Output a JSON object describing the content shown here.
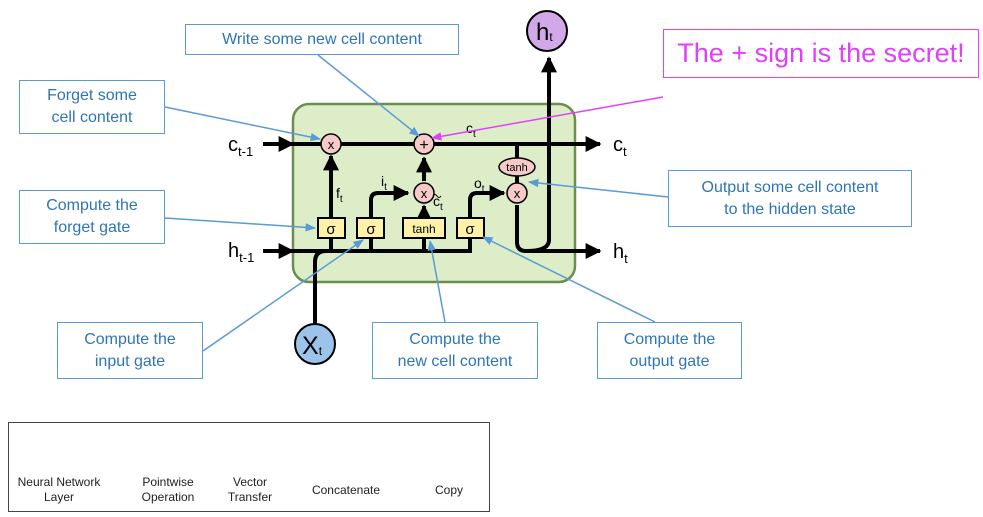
{
  "callouts": {
    "write": "Write some new cell content",
    "forget_content": [
      "Forget some",
      "cell content"
    ],
    "forget_gate": [
      "Compute the",
      "forget gate"
    ],
    "input_gate": [
      "Compute the",
      "input gate"
    ],
    "new_cell": [
      "Compute the",
      "new cell content"
    ],
    "output_gate": [
      "Compute the",
      "output gate"
    ],
    "output_content": [
      "Output some cell content",
      "to the hidden state"
    ]
  },
  "secret": "The + sign is the secret!",
  "cell": {
    "c_prev": "c",
    "c_prev_sub": "t-1",
    "c_out": "c",
    "c_out_sub": "t",
    "h_prev": "h",
    "h_prev_sub": "t-1",
    "h_out": "h",
    "h_out_sub": "t",
    "h_top": "h",
    "h_top_sub": "t",
    "x_in": "X",
    "x_in_sub": "t",
    "ct_label": "c",
    "ct_label_sub": "t",
    "f_label": "f",
    "f_sub": "t",
    "i_label": "i",
    "i_sub": "t",
    "o_label": "o",
    "o_sub": "t",
    "ctilde_label": "c",
    "ctilde_sub": "t",
    "sigma": "σ",
    "tanh": "tanh",
    "times": "x",
    "plus": "+"
  },
  "legend": {
    "nn_layer": [
      "Neural Network",
      "Layer"
    ],
    "pointwise": [
      "Pointwise",
      "Operation"
    ],
    "vector": [
      "Vector",
      "Transfer"
    ],
    "concatenate": "Concatenate",
    "copy": "Copy"
  },
  "colors": {
    "callout_border": "#5b9bd5",
    "callout_text": "#2e75b6",
    "secret": "#e040fb",
    "cell_bg": "#dcedc8",
    "cell_border": "#6b8e4e",
    "layer_fill": "#fff2a8",
    "pointwise_fill": "#f8c9c9",
    "h_node": "#d3a8e8",
    "x_node": "#9cc3ea"
  }
}
